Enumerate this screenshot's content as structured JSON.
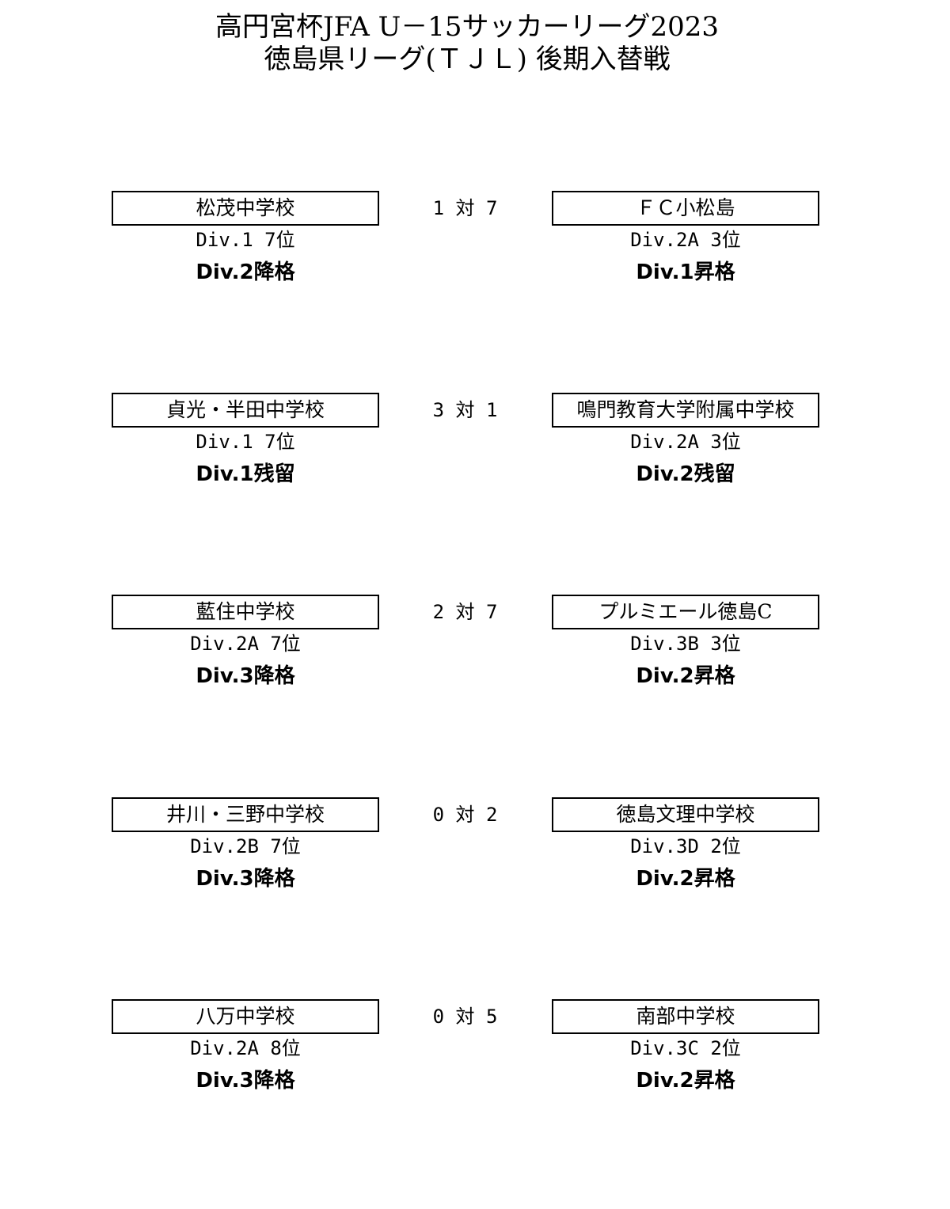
{
  "title": {
    "line1": "高円宮杯JFA U－15サッカーリーグ2023",
    "line2": "徳島県リーグ(ＴＪＬ) 後期入替戦"
  },
  "matches": [
    {
      "left": {
        "team": "松茂中学校",
        "rank": "Div.1 7位",
        "result": "Div.2降格"
      },
      "score": "1 対 7",
      "right": {
        "team": "ＦＣ小松島",
        "rank": "Div.2A 3位",
        "result": "Div.1昇格"
      }
    },
    {
      "left": {
        "team": "貞光・半田中学校",
        "rank": "Div.1 7位",
        "result": "Div.1残留"
      },
      "score": "3 対 1",
      "right": {
        "team": "鳴門教育大学附属中学校",
        "rank": "Div.2A 3位",
        "result": "Div.2残留"
      }
    },
    {
      "left": {
        "team": "藍住中学校",
        "rank": "Div.2A 7位",
        "result": "Div.3降格"
      },
      "score": "2 対 7",
      "right": {
        "team": "プルミエール徳島C",
        "rank": "Div.3B 3位",
        "result": "Div.2昇格"
      }
    },
    {
      "left": {
        "team": "井川・三野中学校",
        "rank": "Div.2B 7位",
        "result": "Div.3降格"
      },
      "score": "0 対 2",
      "right": {
        "team": "徳島文理中学校",
        "rank": "Div.3D 2位",
        "result": "Div.2昇格"
      }
    },
    {
      "left": {
        "team": "八万中学校",
        "rank": "Div.2A 8位",
        "result": "Div.3降格"
      },
      "score": "0 対 5",
      "right": {
        "team": "南部中学校",
        "rank": "Div.3C 2位",
        "result": "Div.2昇格"
      }
    }
  ]
}
